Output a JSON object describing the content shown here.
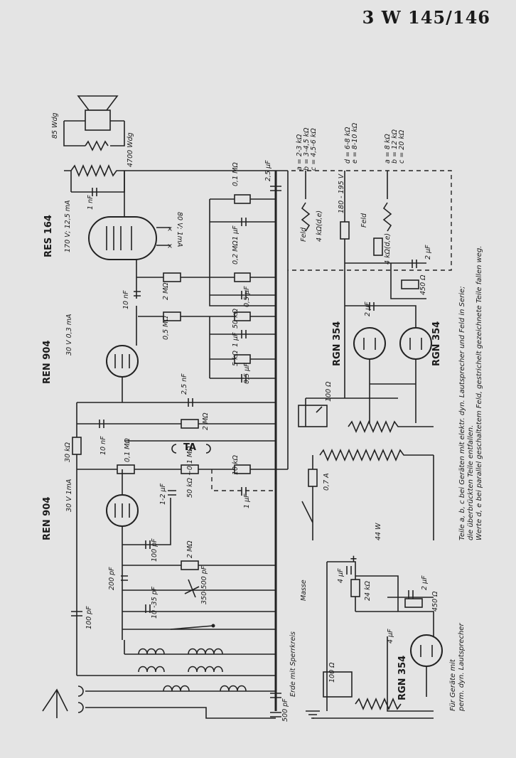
{
  "header": {
    "model": "3 W 145/146"
  },
  "tubes": {
    "output": "RES 164",
    "output_rating": "170 V; 12,5 mA",
    "output_anode": "80 V; 1mA",
    "stage2": "REN 904",
    "stage2_rating": "30 V 0,3 mA",
    "stage1": "REN 904",
    "stage1_rating": "30 V 1mA",
    "rect_a": "RGN 354",
    "rect_b": "RGN 354",
    "rect_c": "RGN 354"
  },
  "speaker": {
    "winding_1": "85 Wdg",
    "winding_2": "4700 Wdg"
  },
  "components": {
    "c_1nf": "1 nF",
    "c_25uf": "2,5 μF",
    "r_01": "0,1 MΩ",
    "c_1uf": "1 μF",
    "r_02": "0,2 MΩ",
    "c_05": "0,5 μF",
    "r_2m": "2 MΩ",
    "c_10nf": "10 nF",
    "r_50k": "50 kΩ",
    "c_1uf_b": "1 μF",
    "r_05": "0,5 MΩ",
    "r_5k": "5 kΩ",
    "c_05_b": "0,5 μF",
    "c_25nf": "2,5 nF",
    "r_2m_b": "2 MΩ",
    "ta": "TA",
    "r_30k": "30 kΩ",
    "c_10nf_b": "10 nF",
    "r_01_b": "0,1 MΩ",
    "r_pot": "50 kΩ ~0,1 MΩ",
    "r_10k": "10 kΩ",
    "c_12": "1-2 μF",
    "c_1uf_c": "1 μF",
    "c_100pf": "100 pF",
    "r_2m_c": "2 MΩ",
    "c_200pf": "200 pF",
    "c_trim": "350-500 pF",
    "c_10_35": "10 -35 pF",
    "c_100pf_b": "100 pF",
    "c_500pf": "500 pF",
    "erde": "Erde mit Sperrkreis",
    "r_100": "100 Ω",
    "fuse": "0,7 A",
    "power": "44 W",
    "feld": "Feld",
    "feld2": "Feld",
    "r_4k_a": "4 kΩ(d,e)",
    "r_4k_b": "4 kΩ(d,e)",
    "v_180": "180 - 195 V",
    "c_2uf": "2 μF",
    "r_450": "450 Ω",
    "c_2uf_b": "2 μF",
    "masse": "Masse",
    "c_4uf": "4 μF",
    "r_24k": "24 kΩ",
    "c_2uf_c": "2 μF",
    "r_450_b": "450 Ω",
    "c_4uf_b": "4 μF",
    "r_100_b": "100 Ω",
    "plus": "+"
  },
  "tables": {
    "abc": [
      "a = 2-3 kΩ",
      "b = 3-4,5 kΩ",
      "c = 4,5-6 kΩ"
    ],
    "de": [
      "d = 6-8 kΩ",
      "e = 8-10 kΩ"
    ],
    "abc2": [
      "a = 8 kΩ",
      "b = 12 kΩ",
      "c = 20 kΩ"
    ]
  },
  "notes": {
    "line1": "Teile a, b, c bei Geräten mit elektr. dyn. Lautsprecher und Feld in Serie;",
    "line2": "die überbrückten Teile entfallen.",
    "line3": "Werte d, e bei parallel geschaltetem Feld, gestrichelt gezeichnete Teile fallen weg.",
    "perm1": "Für Geräte mit",
    "perm2": "perm. dyn. Lautsprecher"
  }
}
